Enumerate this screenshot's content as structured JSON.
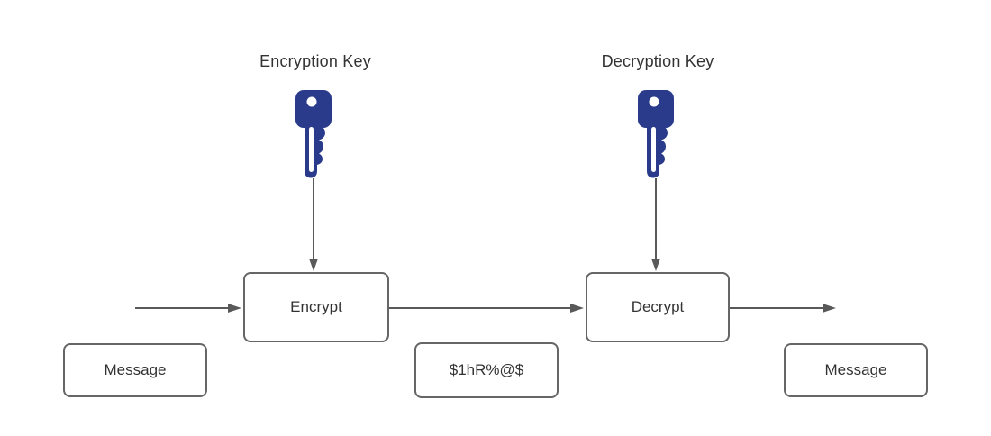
{
  "labels": {
    "encryption_key": "Encryption Key",
    "decryption_key": "Decryption Key"
  },
  "boxes": {
    "encrypt": "Encrypt",
    "decrypt": "Decrypt",
    "message_left": "Message",
    "ciphertext": "$1hR%@$",
    "message_right": "Message"
  },
  "icons": {
    "encryption_key": "key-icon",
    "decryption_key": "key-icon"
  },
  "colors": {
    "key_fill": "#2A3B8C",
    "arrow": "#595959",
    "box_border": "#666666",
    "text": "#333333",
    "background": "#ffffff"
  }
}
